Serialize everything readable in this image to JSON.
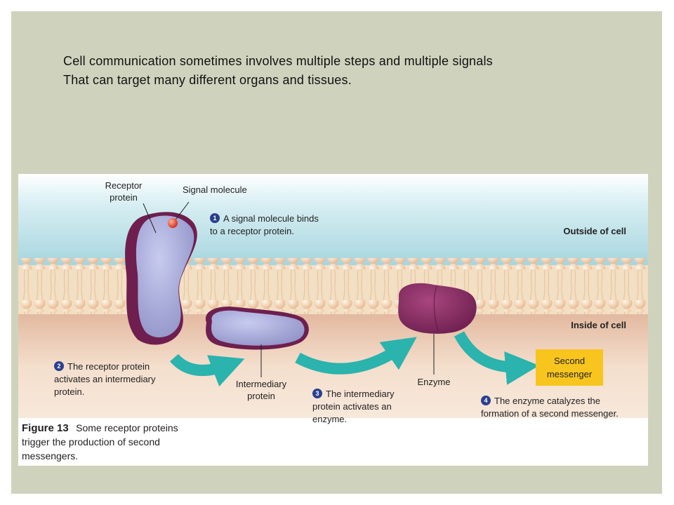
{
  "slide": {
    "heading_line1": "Cell communication sometimes involves multiple steps and multiple signals",
    "heading_line2": "That can target many different organs and tissues."
  },
  "figure": {
    "labels": {
      "receptor_line1": "Receptor",
      "receptor_line2": "protein",
      "signal_molecule": "Signal molecule",
      "outside": "Outside of cell",
      "inside": "Inside of cell",
      "intermediary_line1": "Intermediary",
      "intermediary_line2": "protein",
      "enzyme": "Enzyme",
      "second_line1": "Second",
      "second_line2": "messenger"
    },
    "steps": [
      {
        "num": "1",
        "line1": "A signal molecule binds",
        "line2": "to a receptor protein.",
        "line3": ""
      },
      {
        "num": "2",
        "line1": "The receptor protein",
        "line2": "activates an intermediary",
        "line3": "protein."
      },
      {
        "num": "3",
        "line1": "The intermediary",
        "line2": "protein activates an",
        "line3": "enzyme."
      },
      {
        "num": "4",
        "line1": "The enzyme catalyzes the",
        "line2": "formation of a second messenger.",
        "line3": ""
      }
    ],
    "caption": {
      "label": "Figure 13",
      "line1": "Some receptor proteins",
      "line2": "trigger the production of second",
      "line3": "messengers."
    },
    "colors": {
      "outside": "#c9e6ec",
      "inside": "#f2dcc8",
      "receptor": "#a9acd8",
      "receptor_rim": "#6e1f4f",
      "enzyme": "#8c2e6a",
      "arrow": "#2bb3ad",
      "signal": "#e23b1e",
      "second_box": "#f7c51e",
      "step_badge": "#2a3f8f"
    }
  }
}
